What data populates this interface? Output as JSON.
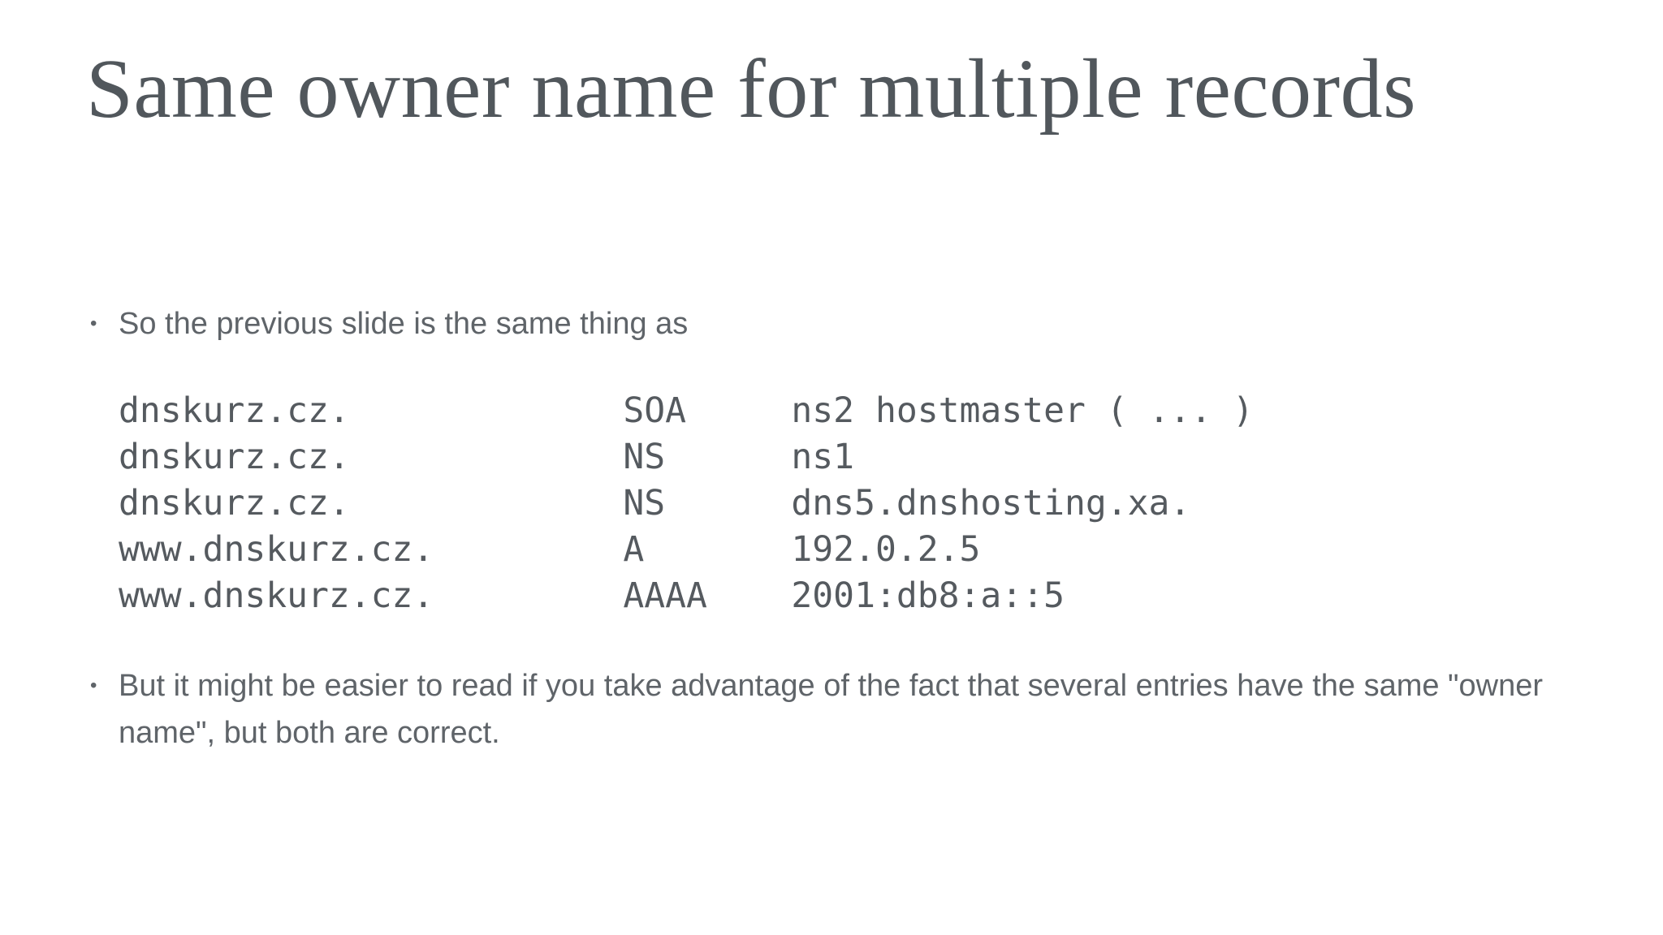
{
  "slide": {
    "title": "Same owner name for multiple records",
    "bullet_glyph": "•",
    "bullet1": "So the previous slide is the same thing as",
    "bullet2": "But it might be easier to read if you take advantage of the fact that several entries have the same \"owner name\", but both are correct."
  },
  "code": {
    "rows": [
      {
        "owner": "dnskurz.cz.",
        "type": "SOA",
        "value": "ns2 hostmaster ( ... )"
      },
      {
        "owner": "dnskurz.cz.",
        "type": "NS",
        "value": "ns1"
      },
      {
        "owner": "dnskurz.cz.",
        "type": "NS",
        "value": "dns5.dnshosting.xa."
      },
      {
        "owner": "www.dnskurz.cz.",
        "type": "A",
        "value": "192.0.2.5"
      },
      {
        "owner": "www.dnskurz.cz.",
        "type": "AAAA",
        "value": "2001:db8:a::5"
      }
    ]
  },
  "colors": {
    "background": "#ffffff",
    "title_text": "#51575c",
    "body_text": "#5f6469",
    "mono_text": "#555a5f"
  }
}
